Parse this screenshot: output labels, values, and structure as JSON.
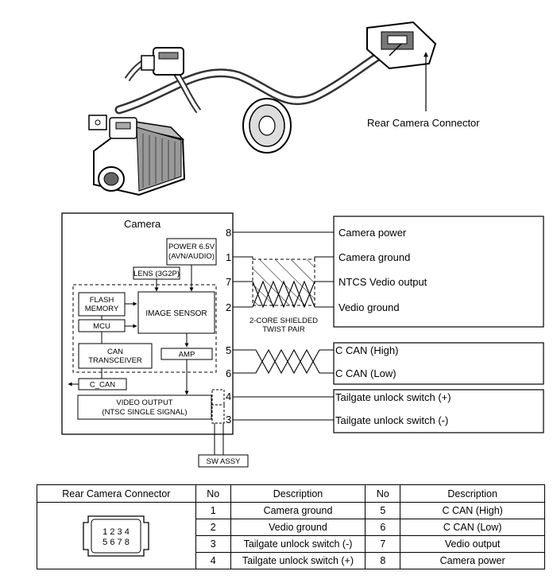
{
  "harness": {
    "callout": "Rear Camera Connector"
  },
  "camera_box": {
    "title": "Camera",
    "power_block": "POWER 6.5V",
    "power_sub": "(AVN/AUDIO)",
    "lens": "LENS (3G2P)",
    "flash_memory_1": "FLASH",
    "flash_memory_2": "MEMORY",
    "image_sensor": "IMAGE SENSOR",
    "mcu": "MCU",
    "can_transceiver_1": "CAN",
    "can_transceiver_2": "TRANSCEIVER",
    "amp": "AMP",
    "c_can": "C_CAN",
    "video_output_1": "VIDEO OUTPUT",
    "video_output_2": "(NTSC SINGLE SIGNAL)",
    "sw_assy": "SW ASSY"
  },
  "wiring": {
    "pins": [
      "8",
      "1",
      "7",
      "2",
      "5",
      "6",
      "4",
      "3"
    ],
    "labels": {
      "camera_power": "Camera power",
      "camera_ground": "Camera ground",
      "ntcs_output": "NTCS Vedio output",
      "vedio_ground": "Vedio ground",
      "can_high": "C CAN (High)",
      "can_low": "C CAN (Low)",
      "tailgate_plus": "Tailgate unlock switch (+)",
      "tailgate_minus": "Tailgate unlock switch (-)"
    },
    "shield_note_1": "2-CORE SHIELDED",
    "shield_note_2": "TWIST PAIR"
  },
  "table": {
    "headers": [
      "Rear Camera Connector",
      "No",
      "Description",
      "No",
      "Description"
    ],
    "connector_row1": "1 2 3 4",
    "connector_row2": "5 6 7 8",
    "rows": [
      {
        "no1": "1",
        "desc1": "Camera ground",
        "no2": "5",
        "desc2": "C CAN (High)"
      },
      {
        "no1": "2",
        "desc1": "Vedio ground",
        "no2": "6",
        "desc2": "C CAN (Low)"
      },
      {
        "no1": "3",
        "desc1": "Tailgate unlock switch (-)",
        "no2": "7",
        "desc2": "Vedio output"
      },
      {
        "no1": "4",
        "desc1": "Tailgate unlock switch (+)",
        "no2": "8",
        "desc2": "Camera power"
      }
    ]
  }
}
